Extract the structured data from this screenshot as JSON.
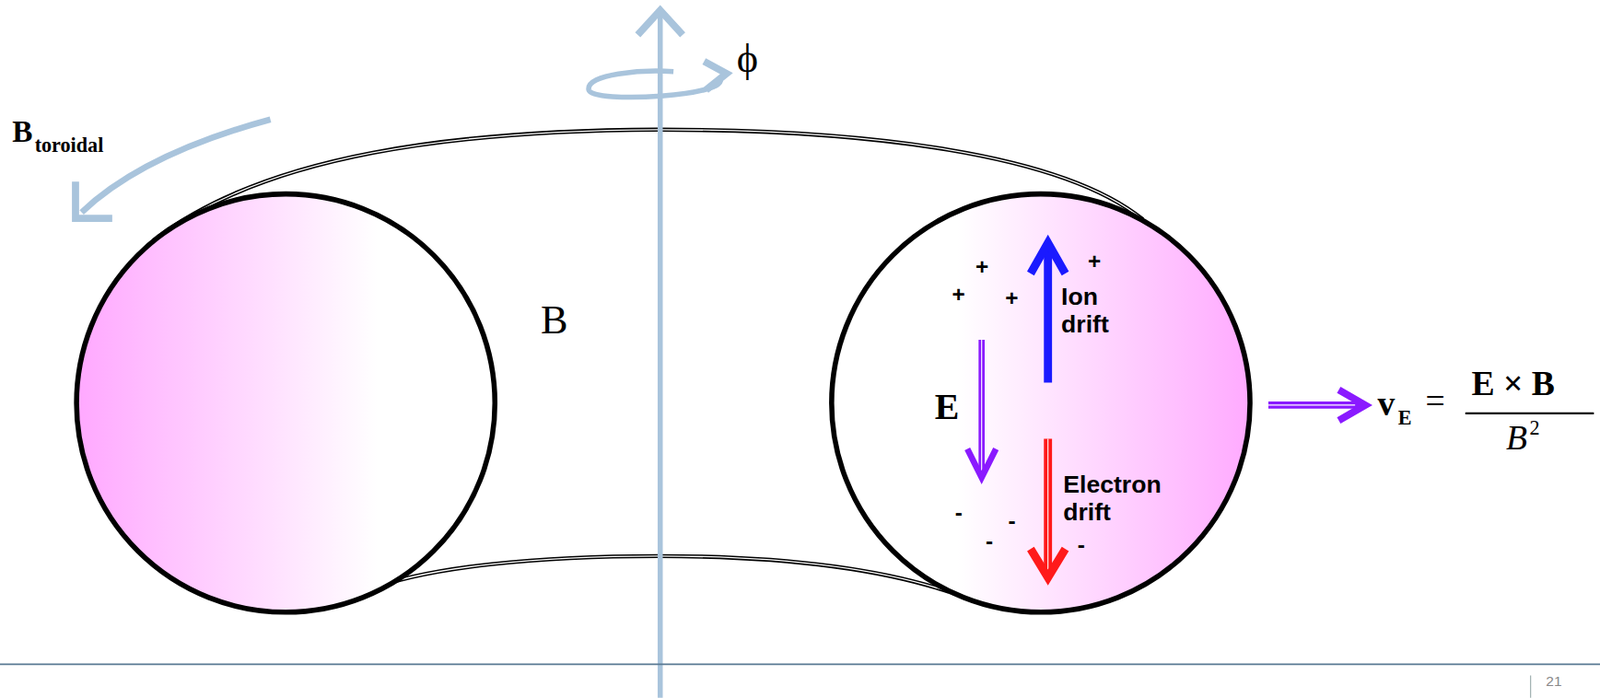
{
  "diagram": {
    "nodes": [
      {
        "text": [
          "+",
          "+",
          "+",
          "+",
          "Ion drift",
          "E",
          "Electron drift",
          "-",
          "-",
          "-",
          "-"
        ]
      }
    ],
    "labels": [
      "B",
      "toroidal",
      "ϕ",
      "B",
      "v",
      "E",
      "=",
      "E × B",
      "B",
      "2",
      "21"
    ]
  }
}
